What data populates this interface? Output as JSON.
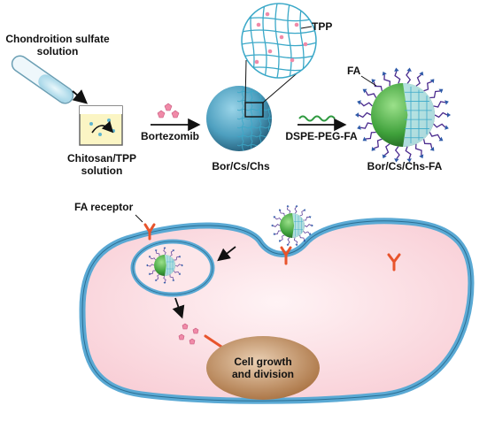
{
  "labels": {
    "chondroitin": [
      "Chondroition sulfate",
      "solution"
    ],
    "chitosan": [
      "Chitosan/TPP",
      "solution"
    ],
    "bortezomib": "Bortezomib",
    "tpp": "TPP",
    "bor_cs_chs": "Bor/Cs/Chs",
    "dspe": "DSPE-PEG-FA",
    "fa": "FA",
    "bor_cs_chs_fa": "Bor/Cs/Chs-FA",
    "fa_receptor": "FA receptor",
    "cell_growth": [
      "Cell growth",
      "and division"
    ]
  },
  "colors": {
    "nanoparticle_core": "#4d9fbf",
    "nanoparticle_shell": "#3fa13b",
    "peg_chain": "#4b2b8e",
    "fa_arrow": "#2e5aa8",
    "cell_cytoplasm": "#fbdfe3",
    "cell_membrane": "#5aa9d4",
    "nucleus": "#b8835a",
    "receptor": "#e8542c",
    "drug": "#f08aa8",
    "inhibit_arrow": "#e8542c"
  }
}
